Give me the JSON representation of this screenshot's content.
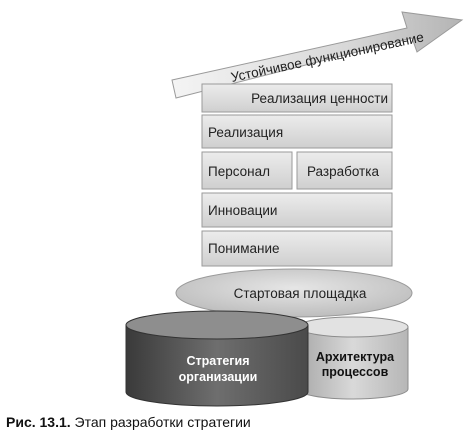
{
  "diagram": {
    "arrow_label": "Устойчивое функционирование",
    "blocks": {
      "value_realization": "Реализация ценности",
      "realization": "Реализация",
      "personnel": "Персонал",
      "development": "Разработка",
      "innovation": "Инновации",
      "understanding": "Понимание"
    },
    "platform_label": "Стартовая площадка",
    "cylinders": {
      "strategy_line1": "Стратегия",
      "strategy_line2": "организации",
      "architecture_line1": "Архитектура",
      "architecture_line2": "процессов"
    }
  },
  "caption": {
    "number": "Рис. 13.1.",
    "text": "Этап разработки стратегии"
  }
}
